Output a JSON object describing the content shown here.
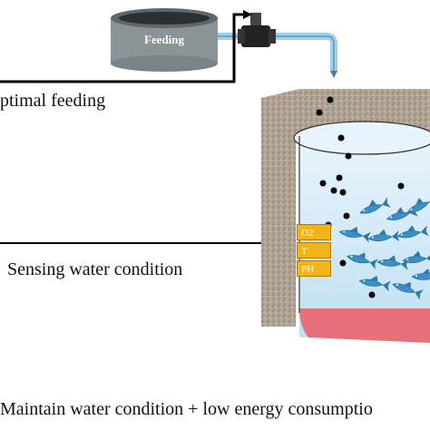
{
  "feeder": {
    "label": "Feeding"
  },
  "labels": {
    "feeding": "ptimal feeding",
    "sensing": "Sensing water condition",
    "bottom": "Maintain water condition + low energy consumptio"
  },
  "sensors": [
    "O2",
    "T",
    "PH"
  ],
  "colors": {
    "feeder_body": "#8a9498",
    "pipe": "#9fd0ea",
    "wall": "#a89a8c",
    "water": "#cfe8f7",
    "tank_bottom": "#e8707a",
    "sensor": "#f2b418",
    "fish": "#3a8fc9"
  }
}
